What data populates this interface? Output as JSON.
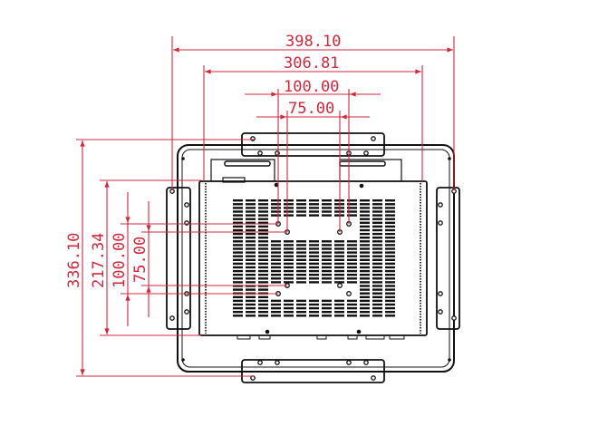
{
  "drawing": {
    "title": "Open frame monitor rear view mounting dimensions",
    "dimensions": {
      "overall_width": "398.10",
      "chassis_width": "306.81",
      "vesa_100_horizontal": "100.00",
      "vesa_75_horizontal": "75.00",
      "overall_height": "336.10",
      "chassis_height": "217.34",
      "vesa_100_vertical": "100.00",
      "vesa_75_vertical": "75.00"
    },
    "colors": {
      "dimension": "#d2283c",
      "outline": "#111111"
    }
  }
}
